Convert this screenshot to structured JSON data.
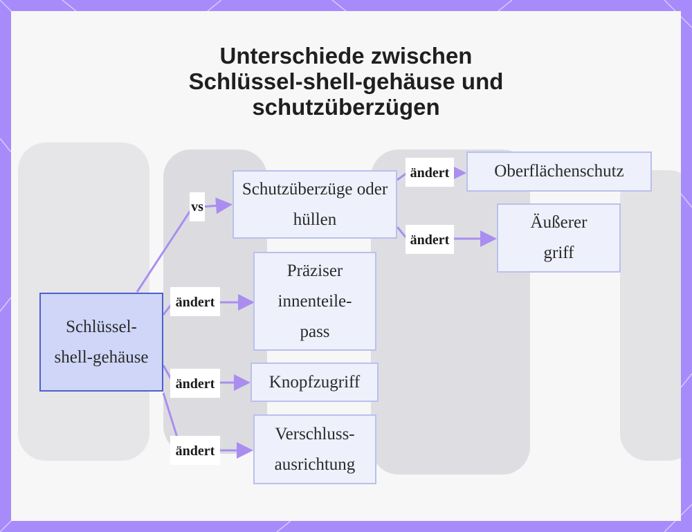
{
  "title": {
    "line1": "Unterschiede zwischen",
    "line2": "Schlüssel-shell-gehäuse und",
    "line3": "schutzüberzügen"
  },
  "colors": {
    "frame": "#a78bfa",
    "edge": "#a98ef0",
    "node_fill": "#eef0fb",
    "node_border": "#b9c0ee",
    "root_fill": "#cfd6f7",
    "root_border": "#4d5fcf"
  },
  "nodes": {
    "root": "Schlüssel-shell-gehäuse",
    "covers": "Schutzüberzüge oder hüllen",
    "surface": "Oberflächenschutz",
    "grip": "Äußerer griff",
    "fit": "Präziser innenteile-pass",
    "button": "Knopfzugriff",
    "closure": "Verschluss-ausrichtung"
  },
  "edge_labels": {
    "vs": "vs",
    "changes": "ändert"
  }
}
